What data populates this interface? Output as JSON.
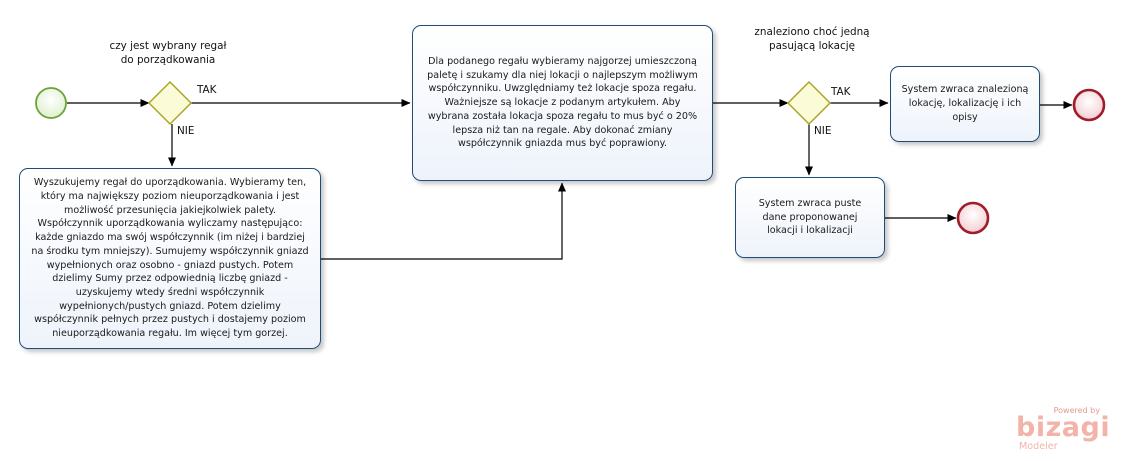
{
  "diagram": {
    "tasks": [
      {
        "id": "t1",
        "text": "Wyszukujemy regał do uporządkowania. Wybieramy ten, który ma największy poziom nieuporządkowania i jest możliwość przesunięcia jakiejkolwiek palety. Współczynnik uporządkowania wyliczamy następująco: każde gniazdo ma swój współczynnik (im niżej i bardziej na środku tym mniejszy). Sumujemy współczynnik gniazd wypełnionych oraz osobno - gniazd pustych. Potem dzielimy Sumy przez odpowiednią liczbę gniazd - uzyskujemy wtedy średni współczynnik wypełnionych/pustych gniazd. Potem dzielimy współczynnik pełnych przez pustych i dostajemy poziom nieuporządkowania regału. Im więcej tym gorzej."
      },
      {
        "id": "t2",
        "text": "Dla podanego regału wybieramy najgorzej umieszczoną paletę i szukamy dla niej lokacji o najlepszym możliwym współczynniku. Uwzględniamy też lokacje spoza regału. Ważniejsze są lokacje z podanym artykułem. Aby wybrana została lokacja spoza regału to mus być o 20% lepsza niż tan na regale. Aby dokonać zmiany współczynnik gniazda mus być poprawiony."
      },
      {
        "id": "t3",
        "text": "System zwraca znalezioną lokację, lokalizację i ich opisy"
      },
      {
        "id": "t4",
        "text": "System zwraca puste dane proponowanej lokacji i lokalizacji"
      }
    ],
    "gateways": [
      {
        "id": "g1",
        "label": "czy jest wybrany regał do porządkowania",
        "yes": "TAK",
        "no": "NIE"
      },
      {
        "id": "g2",
        "label": "znaleziono choć jedną pasującą lokację",
        "yes": "TAK",
        "no": "NIE"
      }
    ],
    "colors": {
      "flow": "#000000",
      "task_border": "#1f4d7a",
      "start_border": "#6aa337",
      "start_fill": "#e4f5d6",
      "end_border": "#a11c2b",
      "end_fill": "#f7d5d9",
      "gateway_border": "#a8a72a",
      "gateway_fill": "#fbfbd8"
    }
  },
  "branding": {
    "powered": "Powered by",
    "logo": "bizagi",
    "product": "Modeler"
  }
}
